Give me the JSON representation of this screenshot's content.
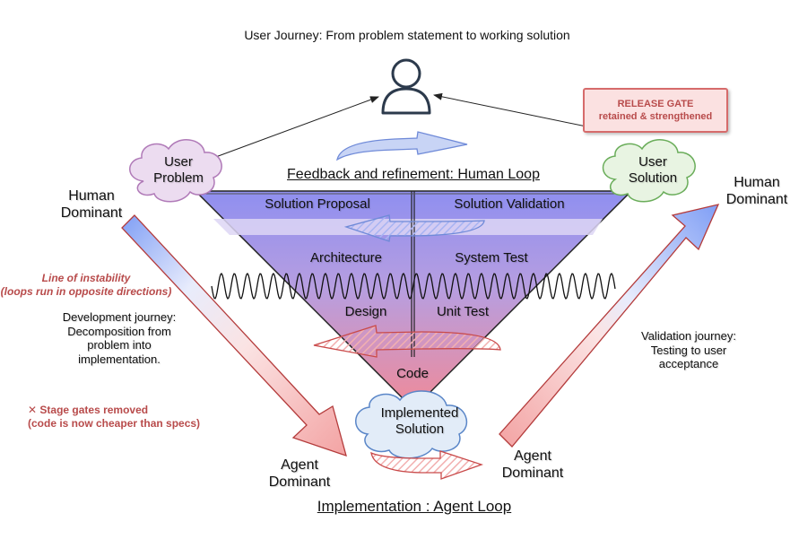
{
  "title": "User Journey: From problem statement to working solution",
  "release_gate": {
    "line1": "RELEASE GATE",
    "line2": "retained & strengthened"
  },
  "clouds": {
    "user_problem": [
      "User",
      "Problem"
    ],
    "user_solution": [
      "User",
      "Solution"
    ],
    "implemented_solution": [
      "Implemented",
      "Solution"
    ]
  },
  "loops": {
    "human": "Feedback and refinement: Human Loop",
    "agent": "Implementation : Agent Loop"
  },
  "stages": {
    "left": [
      "Solution Proposal",
      "Architecture",
      "Design"
    ],
    "right": [
      "Solution Validation",
      "System Test",
      "Unit Test"
    ],
    "bottom": "Code"
  },
  "dominance": {
    "left_top": [
      "Human",
      "Dominant"
    ],
    "right_top": [
      "Human",
      "Dominant"
    ],
    "left_bottom": [
      "Agent",
      "Dominant"
    ],
    "right_bottom": [
      "Agent",
      "Dominant"
    ]
  },
  "instability": [
    "Line of instability",
    "(loops run in opposite directions)"
  ],
  "development_journey": [
    "Development journey:",
    "Decomposition from",
    "problem into",
    "implementation."
  ],
  "validation_journey": [
    "Validation journey:",
    "Testing to user",
    "acceptance"
  ],
  "stage_gates": [
    "✕ Stage gates removed",
    "(code is now cheaper than specs)"
  ],
  "icons": [
    "user-icon",
    "cloud-icon",
    "curved-arrow-icon",
    "wave-line"
  ],
  "colors": {
    "human": "#7b7be8",
    "agent": "#e86a6a",
    "cloud_purple": "#b07ab8",
    "cloud_green": "#6aad5a",
    "cloud_blue": "#5a86c8",
    "gate": "#d66b6b"
  }
}
